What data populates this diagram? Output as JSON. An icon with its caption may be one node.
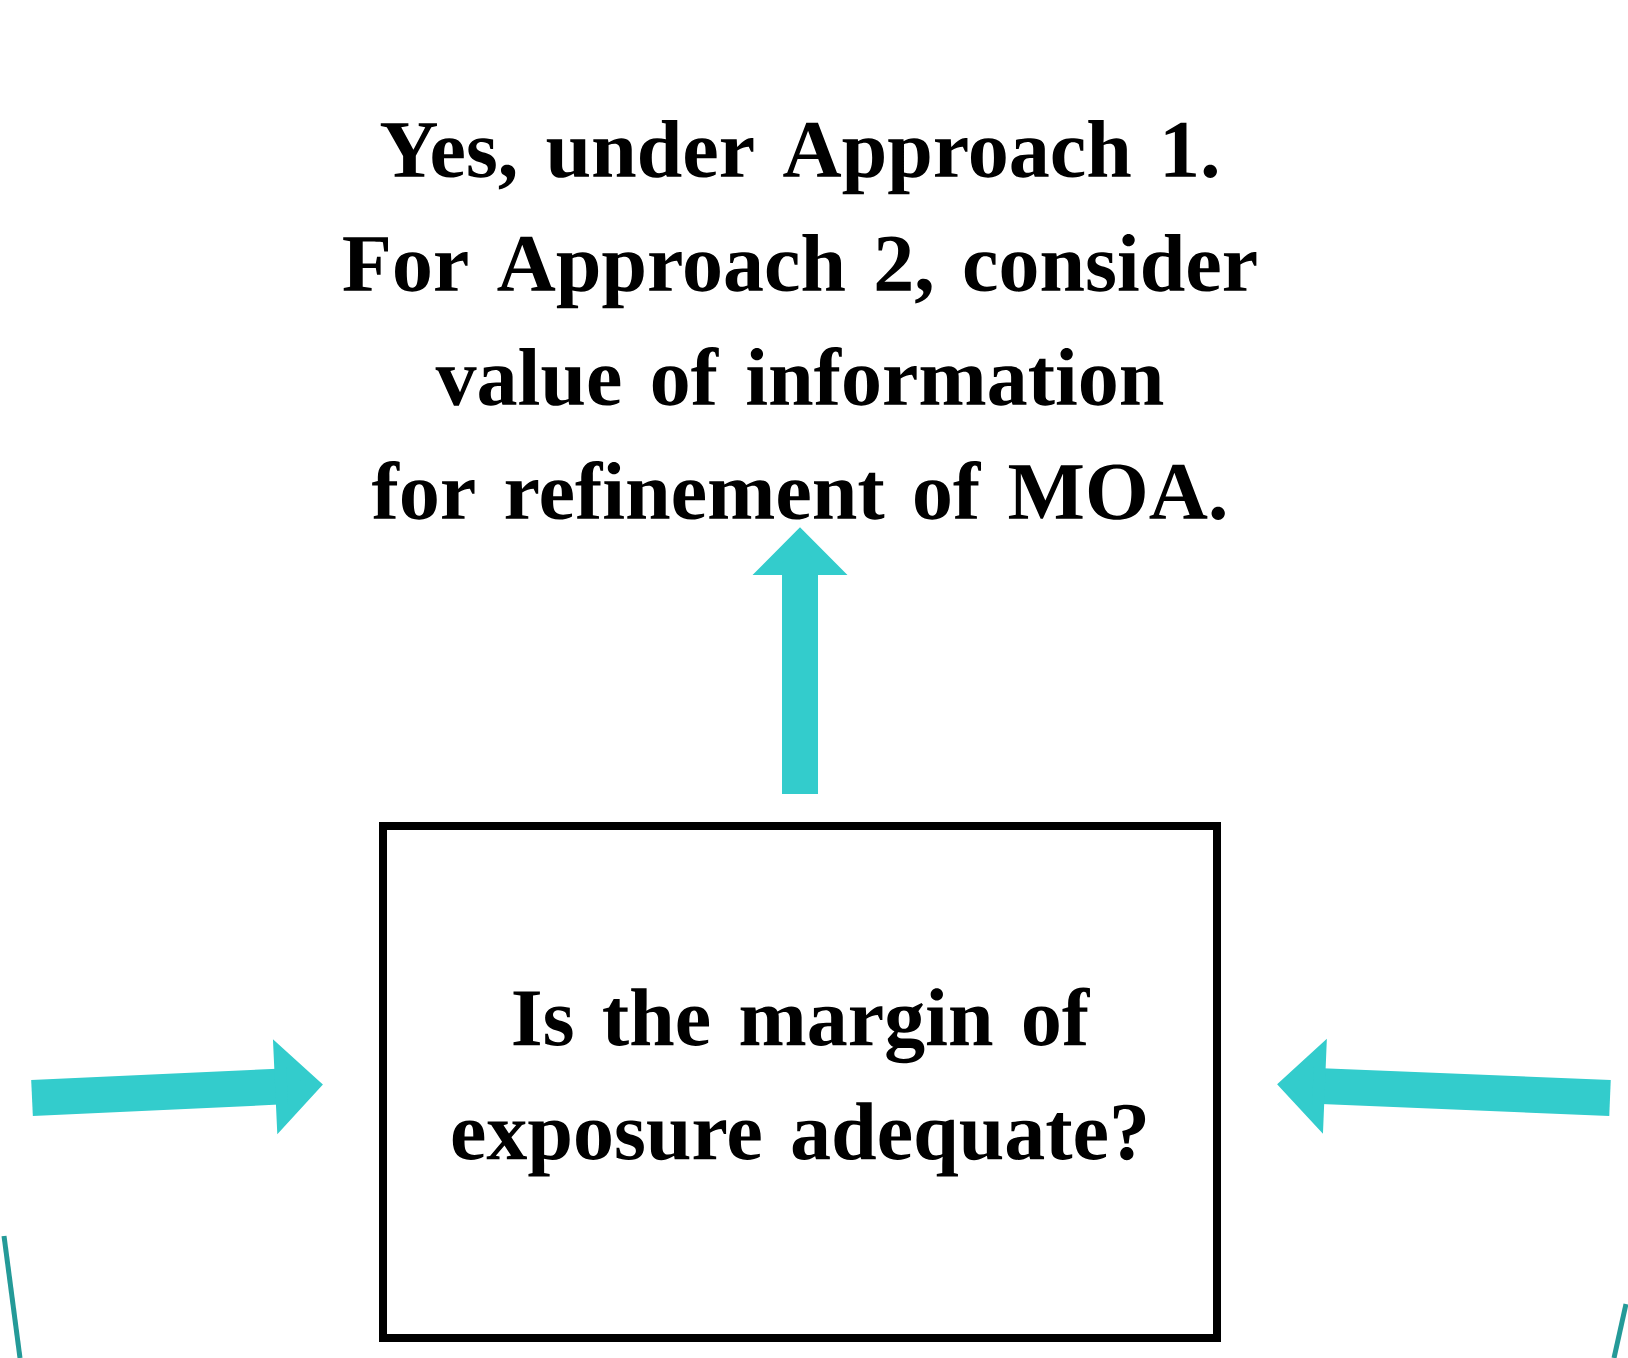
{
  "diagram": {
    "nodes": [
      {
        "text": [
          "Yes, under Approach 1. For Approach 2, consider value of information for refinement of MOA."
        ]
      },
      {
        "text": [
          "Is the margin of exposure adequate?"
        ]
      }
    ],
    "edges": [
      {
        "from": 1,
        "to": 0,
        "arrow": "to"
      },
      {
        "from": null,
        "to": 1,
        "arrow": "to"
      },
      {
        "from": null,
        "to": 1,
        "arrow": "to"
      }
    ]
  }
}
